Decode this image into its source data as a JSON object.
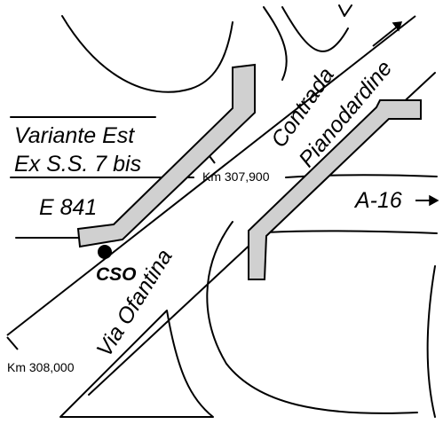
{
  "map": {
    "labels": {
      "variante_line1": "Variante Est",
      "variante_line2": "Ex S.S. 7 bis",
      "e841": "E 841",
      "contrada": "Contrada",
      "pianodardine": "Pianodardine",
      "a16": "A-16",
      "via_ofantina": "Via Ofantina",
      "cso": "CSO",
      "km_307900": "Km 307,900",
      "km_308000": "Km 308,000"
    },
    "colors": {
      "ramp_fill": "#d0d0d0",
      "line": "#000000",
      "background": "#ffffff"
    },
    "icons": {
      "direction_arrow_ne": "arrow-northeast",
      "direction_arrow_e": "arrow-east",
      "cso_marker": "filled-circle"
    }
  }
}
